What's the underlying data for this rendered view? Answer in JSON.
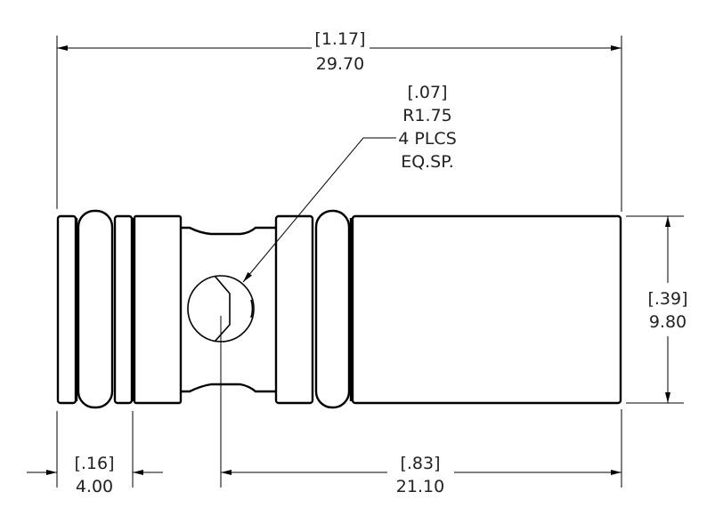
{
  "drawing": {
    "overall_length": {
      "inch": "[1.17]",
      "mm": "29.70"
    },
    "hole_note": {
      "inch": "[.07]",
      "radius": "R1.75",
      "count": "4 PLCS",
      "spacing": "EQ.SP."
    },
    "diameter": {
      "inch": "[.39]",
      "mm": "9.80"
    },
    "end_width": {
      "inch": "[.16]",
      "mm": "4.00"
    },
    "hole_to_end": {
      "inch": "[.83]",
      "mm": "21.10"
    }
  }
}
